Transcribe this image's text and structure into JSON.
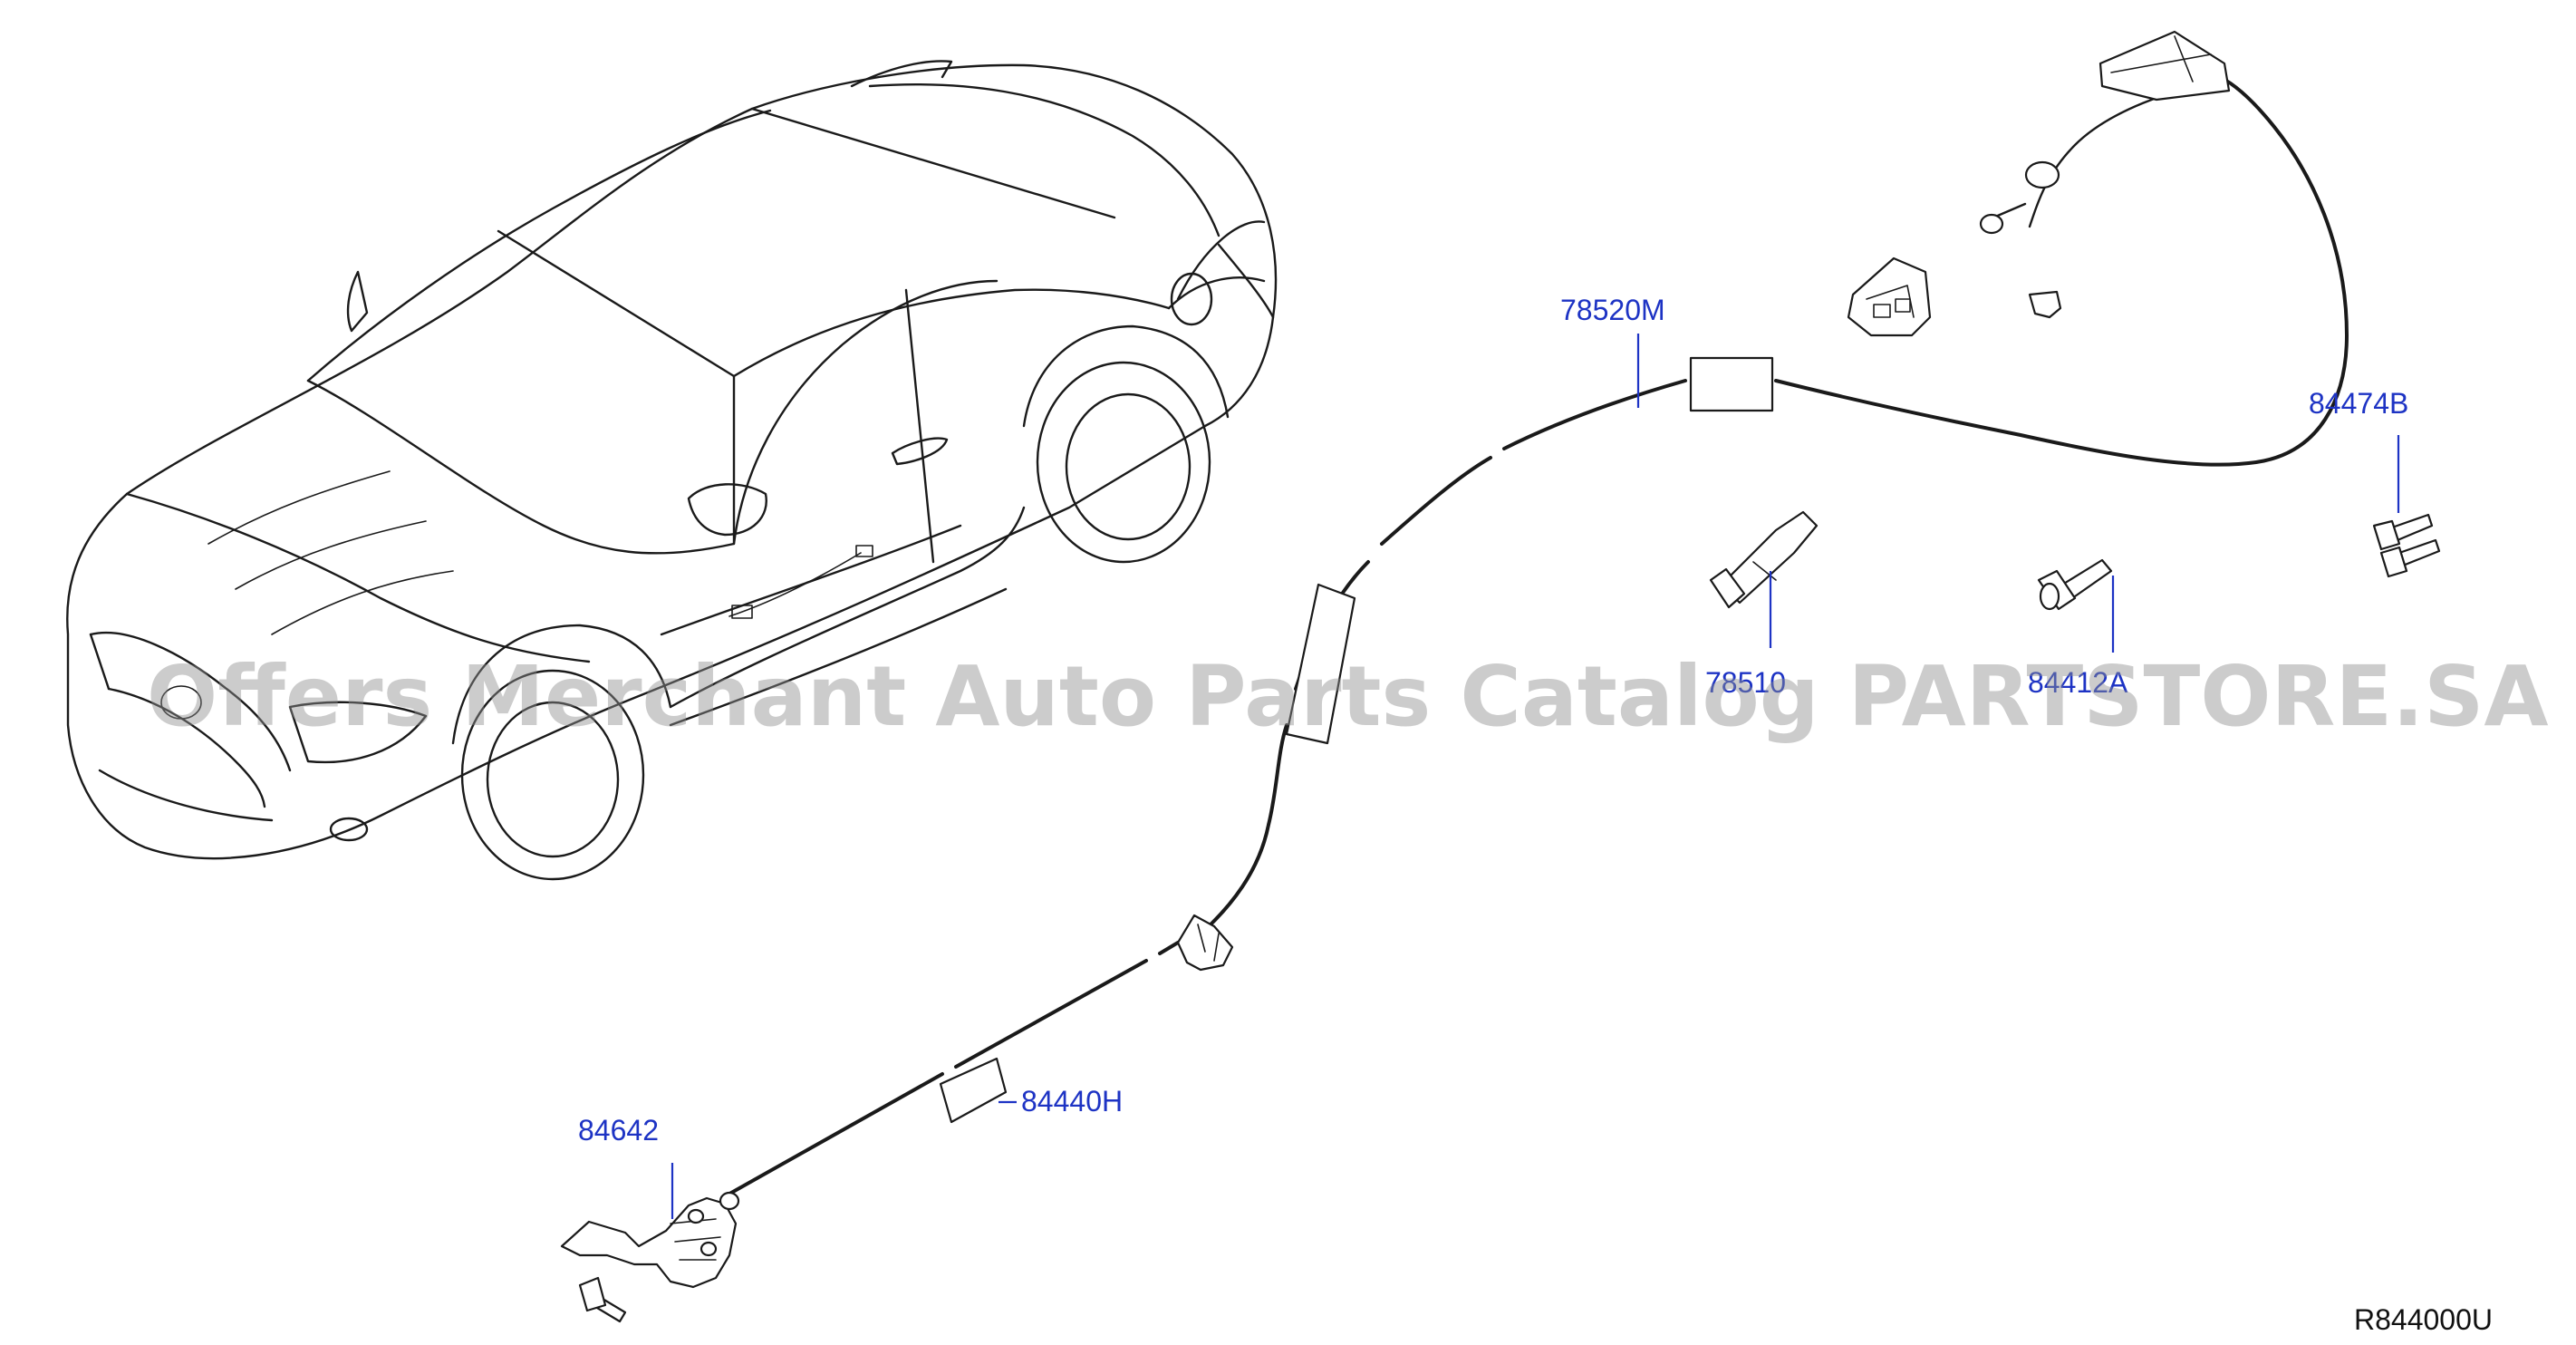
{
  "parts": {
    "p78520m": "78520M",
    "p84474b": "84474B",
    "p78510": "78510",
    "p84412a": "84412A",
    "p84440h": "84440H",
    "p84642": "84642"
  },
  "diagram_code": "R844000U",
  "watermark": "Offers Merchant Auto Parts Catalog PARTSTORE.SA",
  "colors": {
    "label_blue": "#1d33c4",
    "line_art": "#1a1a1a",
    "watermark_gray": "#8f8f8f"
  }
}
